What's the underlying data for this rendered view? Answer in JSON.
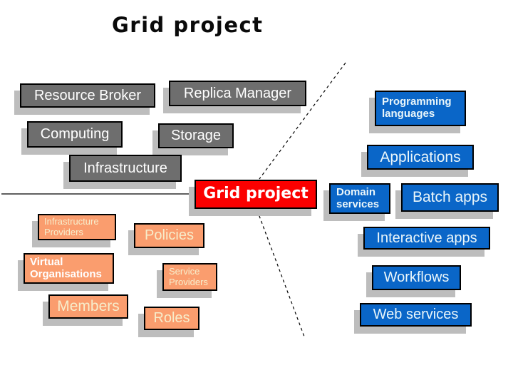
{
  "title": "Grid project",
  "boxes": {
    "resource_broker": {
      "label": "Resource Broker",
      "group": "infrastructure",
      "color": "#6e6e6e"
    },
    "replica_manager": {
      "label": "Replica Manager",
      "group": "infrastructure",
      "color": "#6e6e6e"
    },
    "computing": {
      "label": "Computing",
      "group": "infrastructure",
      "color": "#6e6e6e"
    },
    "storage": {
      "label": "Storage",
      "group": "infrastructure",
      "color": "#6e6e6e"
    },
    "infrastructure": {
      "label": "Infrastructure",
      "group": "infrastructure",
      "color": "#6e6e6e"
    },
    "grid_project": {
      "label": "Grid project",
      "group": "center",
      "color": "#fb0000"
    },
    "programming_languages": {
      "label": "Programming languages",
      "group": "applications",
      "color": "#0a66c8"
    },
    "applications": {
      "label": "Applications",
      "group": "applications",
      "color": "#0a66c8"
    },
    "domain_services": {
      "label": "Domain services",
      "group": "applications",
      "color": "#0a66c8"
    },
    "batch_apps": {
      "label": "Batch apps",
      "group": "applications",
      "color": "#0a66c8"
    },
    "interactive_apps": {
      "label": "Interactive apps",
      "group": "applications",
      "color": "#0a66c8"
    },
    "workflows": {
      "label": "Workflows",
      "group": "applications",
      "color": "#0a66c8"
    },
    "web_services": {
      "label": "Web services",
      "group": "applications",
      "color": "#0a66c8"
    },
    "infrastructure_providers": {
      "label": "Infrastructure Providers",
      "group": "organisation",
      "color": "#fa9d6e"
    },
    "policies": {
      "label": "Policies",
      "group": "organisation",
      "color": "#fa9d6e"
    },
    "virtual_organisations": {
      "label": "Virtual Organisations",
      "group": "organisation",
      "color": "#fa9d6e"
    },
    "service_providers": {
      "label": "Service Providers",
      "group": "organisation",
      "color": "#fa9d6e"
    },
    "members": {
      "label": "Members",
      "group": "organisation",
      "color": "#fa9d6e"
    },
    "roles": {
      "label": "Roles",
      "group": "organisation",
      "color": "#fa9d6e"
    }
  },
  "colors": {
    "background": "#ffffff",
    "title_text": "#0a0a0a",
    "gray_box": "#6e6e6e",
    "red_box": "#fb0000",
    "blue_box": "#0a66c8",
    "orange_box": "#fa9d6e",
    "box_border": "#000000",
    "box_shadow": "#bdbdbd",
    "gray_box_text": "#ffffff",
    "blue_box_text": "#eaf6fa",
    "orange_box_text": "#f7edcb",
    "line": "#000000"
  }
}
